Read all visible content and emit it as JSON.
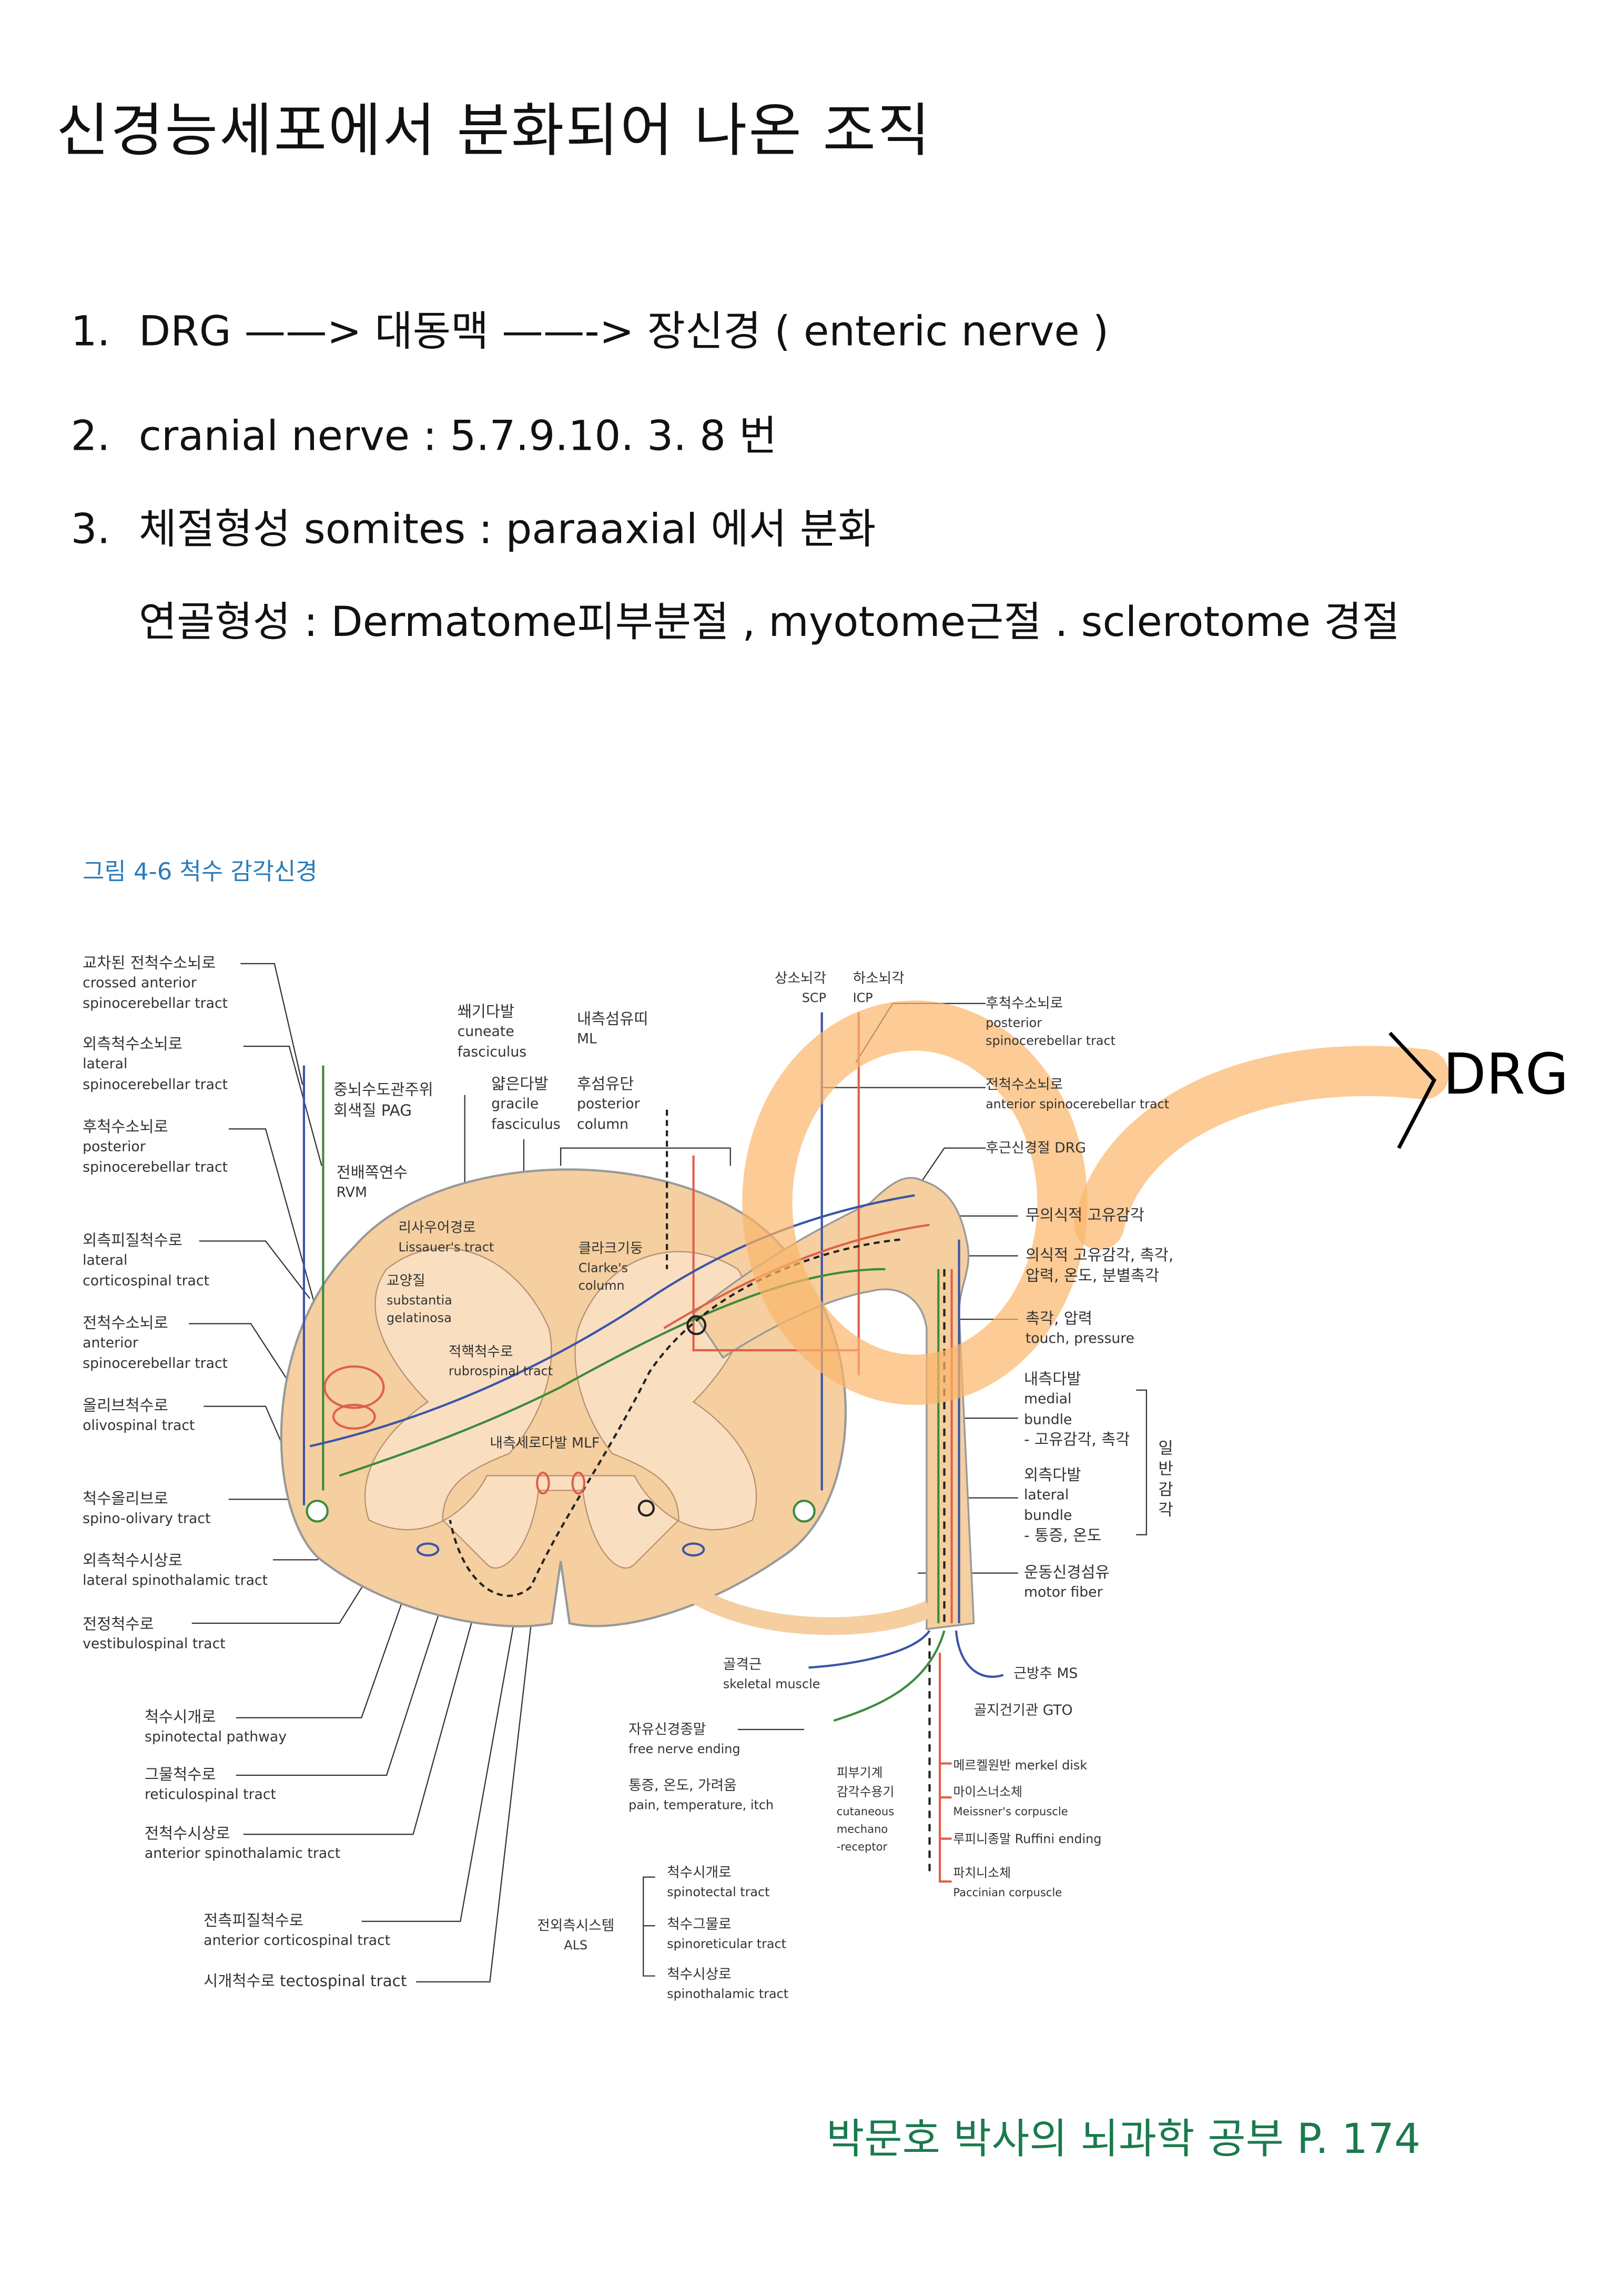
{
  "title": "신경능세포에서 분화되어 나온 조직",
  "items": [
    {
      "num": "1.",
      "text": "DRG  ——>     대동맥 ——-> 장신경 ( enteric nerve )"
    },
    {
      "num": "2.",
      "text": "cranial nerve : 5.7.9.10. 3. 8 번"
    },
    {
      "num": "3.",
      "text": "체절형성   somites : paraaxial 에서 분화"
    },
    {
      "num": "",
      "text": "연골형성 :   Dermatome피부분절 ,  myotome근절  .   sclerotome 경절"
    }
  ],
  "diagram": {
    "caption": "그림 4-6 척수 감각신경",
    "left": [
      {
        "ko": "교차된 전척수소뇌로",
        "en": "crossed anterior",
        "en2": "spinocerebellar tract"
      },
      {
        "ko": "외측척수소뇌로",
        "en": "lateral",
        "en2": "spinocerebellar tract"
      },
      {
        "ko": "후척수소뇌로",
        "en": "posterior",
        "en2": "spinocerebellar tract"
      },
      {
        "ko": "외측피질척수로",
        "en": "lateral",
        "en2": "corticospinal tract"
      },
      {
        "ko": "전척수소뇌로",
        "en": "anterior",
        "en2": "spinocerebellar tract"
      },
      {
        "ko": "올리브척수로",
        "en": "olivospinal tract"
      },
      {
        "ko": "척수올리브로",
        "en": "spino-olivary tract"
      },
      {
        "ko": "외측척수시상로",
        "en": "lateral spinothalamic tract"
      },
      {
        "ko": "전정척수로",
        "en": "vestibulospinal tract"
      },
      {
        "ko": "척수시개로",
        "en": "spinotectal pathway"
      },
      {
        "ko": "그물척수로",
        "en": "reticulospinal tract"
      },
      {
        "ko": "전척수시상로",
        "en": "anterior spinothalamic tract"
      },
      {
        "ko": "전측피질척수로",
        "en": "anterior corticospinal tract"
      },
      {
        "ko": "시개척수로  tectospinal tract"
      }
    ],
    "center": {
      "pag": {
        "ko": "중뇌수도관주위",
        "en": "회색질   PAG"
      },
      "rvm": {
        "ko": "전배쪽연수",
        "en": "RVM"
      },
      "cuneate": {
        "ko": "쐐기다발",
        "en": "cuneate",
        "en2": "fasciculus"
      },
      "ml": {
        "ko": "내측섬유띠",
        "en": "ML"
      },
      "gracile": {
        "ko": "얇은다발",
        "en": "gracile",
        "en2": "fasciculus"
      },
      "posterior_column": {
        "ko": "후섬유단",
        "en": "posterior",
        "en2": "column"
      },
      "lissauer": {
        "ko": "리사우어경로",
        "en": "Lissauer's tract"
      },
      "sg": {
        "ko": "교양질",
        "en": "substantia",
        "en2": "gelatinosa"
      },
      "rubrospinal": {
        "ko": "적핵척수로",
        "en": "rubrospinal tract"
      },
      "clarke": {
        "ko": "클라크기둥",
        "en": "Clarke's",
        "en2": "column"
      },
      "mlf": "내측세로다발 MLF"
    },
    "right": {
      "scp": {
        "ko": "상소뇌각",
        "en": "SCP"
      },
      "icp": {
        "ko": "하소뇌각",
        "en": "ICP"
      },
      "pscb": {
        "ko": "후척수소뇌로",
        "en": "posterior",
        "en2": "spinocerebellar tract"
      },
      "ascb": {
        "ko": "전척수소뇌로",
        "en": "anterior spinocerebellar tract"
      },
      "drg": "후근신경절   DRG",
      "unconscious": "무의식적 고유감각",
      "conscious": {
        "ko": "의식적 고유감각, 촉각,",
        "ko2": "압력, 온도, 분별촉각"
      },
      "touch": {
        "ko": "촉각, 압력",
        "en": "touch, pressure"
      },
      "medial": {
        "ko": "내측다발",
        "en": "medial",
        "en2": "bundle",
        "en3": "- 고유감각, 촉각"
      },
      "lateral": {
        "ko": "외측다발",
        "en": "lateral",
        "en2": "bundle",
        "en3": "- 통증, 온도"
      },
      "general": "일반감각",
      "motor": {
        "ko": "운동신경섬유",
        "en": "motor fiber"
      },
      "skeletal": {
        "ko": "골격근",
        "en": "skeletal muscle"
      },
      "ms": "근방추  MS",
      "gto": "골지건기관  GTO",
      "free": {
        "ko": "자유신경종말",
        "en": "free nerve ending"
      },
      "pain": {
        "ko": "통증, 온도, 가려움",
        "en": "pain, temperature, itch"
      },
      "cutaneous": {
        "ko": "피부기계",
        "ko2": "감각수용기",
        "en": "cutaneous",
        "en2": "mechano",
        "en3": "-receptor"
      },
      "merkel": "메르켈원반 merkel disk",
      "meissner": {
        "ko": "마이스너소체",
        "en": "Meissner's corpuscle"
      },
      "ruffini": "루피니종말  Ruffini ending",
      "pacini": {
        "ko": "파치니소체",
        "en": "Paccinian corpuscle"
      },
      "als": {
        "ko": "전외측시스템",
        "en": "ALS"
      },
      "als1": {
        "ko": "척수시개로",
        "en": "spinotectal tract"
      },
      "als2": {
        "ko": "척수그물로",
        "en": "spinoreticular tract"
      },
      "als3": {
        "ko": "척수시상로",
        "en": "spinothalamic tract"
      }
    },
    "annotation": "DRG"
  },
  "footer": "박문호 박사의 뇌과학 공부 P.   174",
  "colors": {
    "caption": "#2b7bb9",
    "footer": "#1b7a4d",
    "cord": "#f5cfa0",
    "highlight": "#fbb56a",
    "blue": "#3a55a8",
    "green": "#3d8a3d",
    "red": "#e0604a"
  }
}
